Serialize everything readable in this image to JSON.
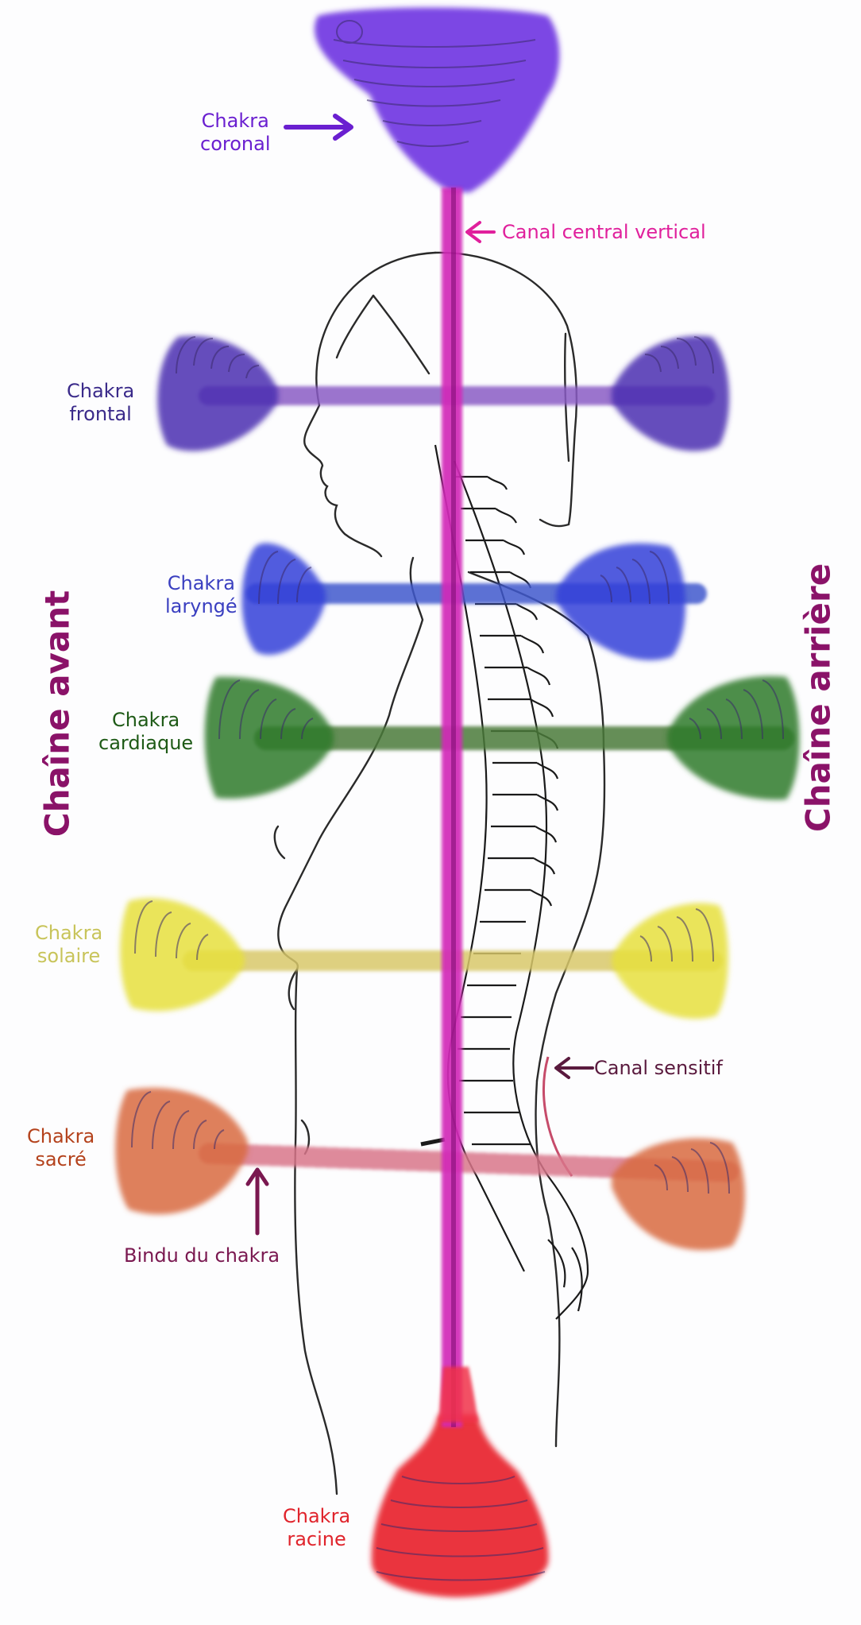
{
  "chakras": [
    {
      "id": "coronal",
      "line1": "Chakra",
      "line2": "coronal",
      "color": "#6a1fd0"
    },
    {
      "id": "frontal",
      "line1": "Chakra",
      "line2": "frontal",
      "color": "#3a2a8a"
    },
    {
      "id": "larynge",
      "line1": "Chakra",
      "line2": "laryngé",
      "color": "#3a3fc0"
    },
    {
      "id": "cardiaque",
      "line1": "Chakra",
      "line2": "cardiaque",
      "color": "#1e5a16"
    },
    {
      "id": "solaire",
      "line1": "Chakra",
      "line2": "solaire",
      "color": "#c8c45a"
    },
    {
      "id": "sacre",
      "line1": "Chakra",
      "line2": "sacré",
      "color": "#b4421c"
    },
    {
      "id": "racine",
      "line1": "Chakra",
      "line2": "racine",
      "color": "#e0242c"
    }
  ],
  "annotations": {
    "canal_central": "Canal central vertical",
    "canal_sensitif": "Canal sensitif",
    "bindu": "Bindu du chakra"
  },
  "sides": {
    "front": "Chaîne avant",
    "back": "Chaîne arrière"
  },
  "colors": {
    "coronal": "#6a2fe0",
    "frontal": "#4a2fb0",
    "larynge": "#3440d8",
    "cardiaque": "#2f7a2a",
    "solaire": "#e6df3c",
    "sacre": "#d86a3e",
    "racine": "#e8202a",
    "central_channel": "#d22ab8",
    "canal_central_text": "#e0209c",
    "canal_sensitif_text": "#5a1a3e",
    "bindu_text": "#7a1850",
    "side_text": "#8a1268"
  }
}
